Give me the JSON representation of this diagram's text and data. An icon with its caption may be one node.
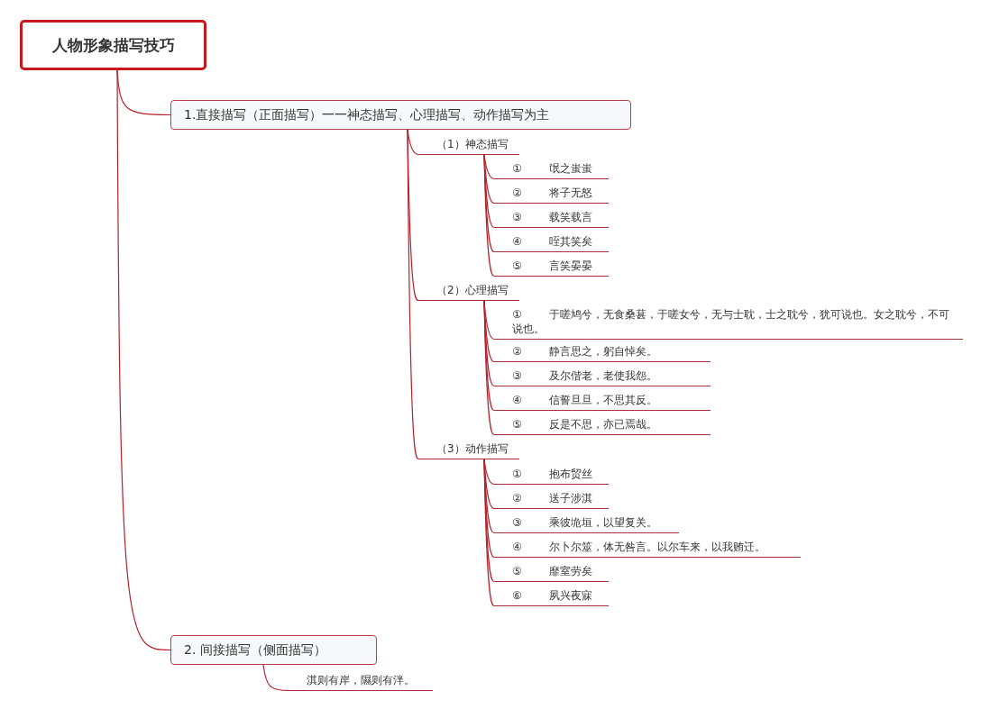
{
  "diagram": {
    "nodes": [
      {
        "text": [
          "人物形象描写技巧"
        ]
      },
      {
        "text": [
          "1.直接描写（正面描写）一一神态描写、心理描写、动作描写为主"
        ]
      },
      {
        "text": [
          "（1）神态描写"
        ]
      },
      {
        "text": [
          "①",
          "氓之蚩蚩"
        ]
      },
      {
        "text": [
          "②",
          "将子无怒"
        ]
      },
      {
        "text": [
          "③",
          "载笑载言"
        ]
      },
      {
        "text": [
          "④",
          "咥其笑矣"
        ]
      },
      {
        "text": [
          "⑤",
          "言笑晏晏"
        ]
      },
      {
        "text": [
          "（2）心理描写"
        ]
      },
      {
        "text": [
          "①",
          "于嗟鸠兮，无食桑葚，于嗟女兮，无与士耽，士之耽兮，犹可说也。女之耽兮，不可说也。"
        ]
      },
      {
        "text": [
          "②",
          "静言思之，躬自悼矣。"
        ]
      },
      {
        "text": [
          "③",
          "及尔偕老，老使我怨。"
        ]
      },
      {
        "text": [
          "④",
          "信誓旦旦，不思其反。"
        ]
      },
      {
        "text": [
          "⑤",
          "反是不思，亦已焉哉。"
        ]
      },
      {
        "text": [
          "（3）动作描写"
        ]
      },
      {
        "text": [
          "①",
          "抱布贸丝"
        ]
      },
      {
        "text": [
          "②",
          "送子涉淇"
        ]
      },
      {
        "text": [
          "③",
          "乘彼垝垣，以望复关。"
        ]
      },
      {
        "text": [
          "④",
          "尔卜尔筮，体无咎言。以尔车来，以我贿迁。"
        ]
      },
      {
        "text": [
          "⑤",
          "靡室劳矣"
        ]
      },
      {
        "text": [
          "⑥",
          "夙兴夜寐"
        ]
      },
      {
        "text": [
          "2. 间接描写（侧面描写）"
        ]
      },
      {
        "text": [
          "淇则有岸，隰则有泮。"
        ]
      }
    ],
    "edges": [
      {
        "from": 0,
        "to": 1,
        "arrow": "none"
      },
      {
        "from": 1,
        "to": 2,
        "arrow": "none"
      },
      {
        "from": 2,
        "to": 3,
        "arrow": "none"
      },
      {
        "from": 2,
        "to": 4,
        "arrow": "none"
      },
      {
        "from": 2,
        "to": 5,
        "arrow": "none"
      },
      {
        "from": 2,
        "to": 6,
        "arrow": "none"
      },
      {
        "from": 2,
        "to": 7,
        "arrow": "none"
      },
      {
        "from": 1,
        "to": 8,
        "arrow": "none"
      },
      {
        "from": 8,
        "to": 9,
        "arrow": "none"
      },
      {
        "from": 8,
        "to": 10,
        "arrow": "none"
      },
      {
        "from": 8,
        "to": 11,
        "arrow": "none"
      },
      {
        "from": 8,
        "to": 12,
        "arrow": "none"
      },
      {
        "from": 8,
        "to": 13,
        "arrow": "none"
      },
      {
        "from": 1,
        "to": 14,
        "arrow": "none"
      },
      {
        "from": 14,
        "to": 15,
        "arrow": "none"
      },
      {
        "from": 14,
        "to": 16,
        "arrow": "none"
      },
      {
        "from": 14,
        "to": 17,
        "arrow": "none"
      },
      {
        "from": 14,
        "to": 18,
        "arrow": "none"
      },
      {
        "from": 14,
        "to": 19,
        "arrow": "none"
      },
      {
        "from": 14,
        "to": 20,
        "arrow": "none"
      },
      {
        "from": 0,
        "to": 21,
        "arrow": "none"
      },
      {
        "from": 21,
        "to": 22,
        "arrow": "none"
      }
    ]
  }
}
